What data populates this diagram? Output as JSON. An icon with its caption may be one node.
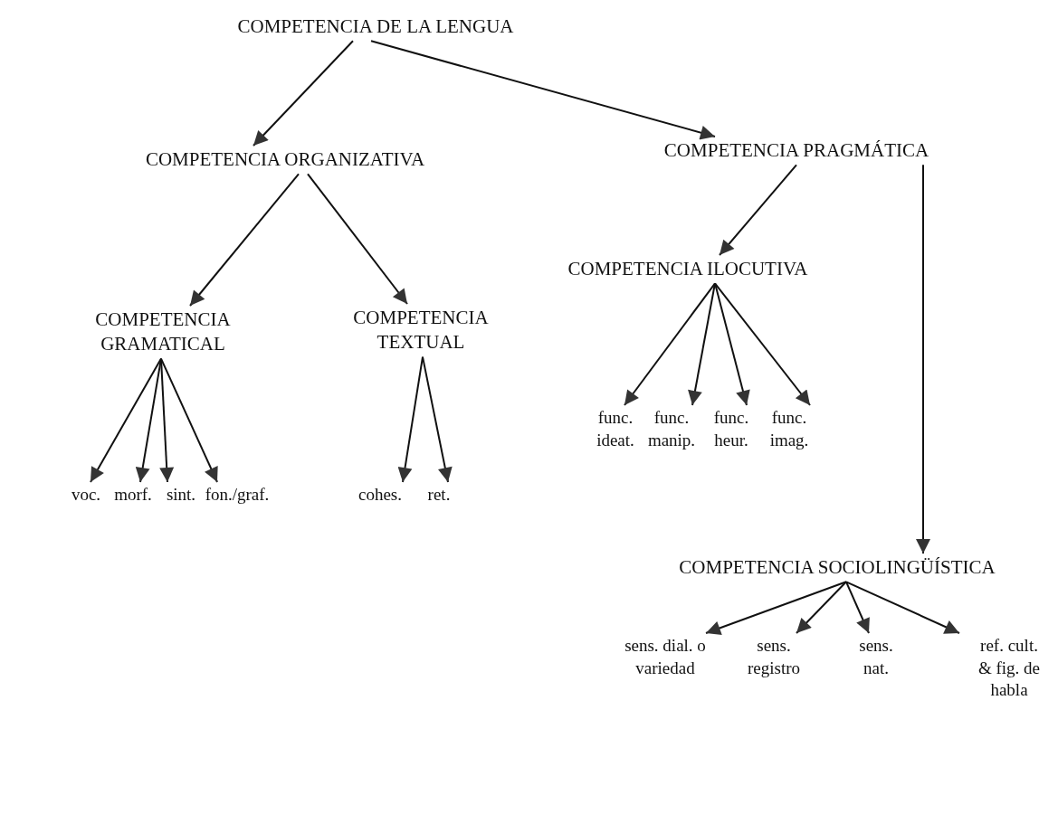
{
  "diagram": {
    "nodes": [
      {
        "text": [
          "COMPETENCIA DE LA LENGUA"
        ]
      },
      {
        "text": [
          "COMPETENCIA ORGANIZATIVA"
        ]
      },
      {
        "text": [
          "COMPETENCIA PRAGMÁTICA"
        ]
      },
      {
        "text": [
          "COMPETENCIA GRAMATICAL"
        ]
      },
      {
        "text": [
          "COMPETENCIA TEXTUAL"
        ]
      },
      {
        "text": [
          "COMPETENCIA ILOCUTIVA"
        ]
      },
      {
        "text": [
          "voc."
        ]
      },
      {
        "text": [
          "morf."
        ]
      },
      {
        "text": [
          "sint."
        ]
      },
      {
        "text": [
          "fon./graf."
        ]
      },
      {
        "text": [
          "cohes."
        ]
      },
      {
        "text": [
          "ret."
        ]
      },
      {
        "text": [
          "func. ideat."
        ]
      },
      {
        "text": [
          "func. manip."
        ]
      },
      {
        "text": [
          "func. heur."
        ]
      },
      {
        "text": [
          "func. imag."
        ]
      },
      {
        "text": [
          "COMPETENCIA SOCIOLINGÜÍSTICA"
        ]
      },
      {
        "text": [
          "sens. dial. o variedad"
        ]
      },
      {
        "text": [
          "sens. registro"
        ]
      },
      {
        "text": [
          "sens. nat."
        ]
      },
      {
        "text": [
          "ref. cult. & fig. de habla"
        ]
      }
    ],
    "edges": [
      {
        "from": 0,
        "to": 1,
        "arrow": "to"
      },
      {
        "from": 0,
        "to": 2,
        "arrow": "to"
      },
      {
        "from": 1,
        "to": 3,
        "arrow": "to"
      },
      {
        "from": 1,
        "to": 4,
        "arrow": "to"
      },
      {
        "from": 2,
        "to": 5,
        "arrow": "to"
      },
      {
        "from": 2,
        "to": 16,
        "arrow": "to"
      },
      {
        "from": 3,
        "to": 6,
        "arrow": "to"
      },
      {
        "from": 3,
        "to": 7,
        "arrow": "to"
      },
      {
        "from": 3,
        "to": 8,
        "arrow": "to"
      },
      {
        "from": 3,
        "to": 9,
        "arrow": "to"
      },
      {
        "from": 4,
        "to": 10,
        "arrow": "to"
      },
      {
        "from": 4,
        "to": 11,
        "arrow": "to"
      },
      {
        "from": 5,
        "to": 12,
        "arrow": "to"
      },
      {
        "from": 5,
        "to": 13,
        "arrow": "to"
      },
      {
        "from": 5,
        "to": 14,
        "arrow": "to"
      },
      {
        "from": 5,
        "to": 15,
        "arrow": "to"
      },
      {
        "from": 16,
        "to": 17,
        "arrow": "to"
      },
      {
        "from": 16,
        "to": 18,
        "arrow": "to"
      },
      {
        "from": 16,
        "to": 19,
        "arrow": "to"
      },
      {
        "from": 16,
        "to": 20,
        "arrow": "to"
      }
    ]
  }
}
